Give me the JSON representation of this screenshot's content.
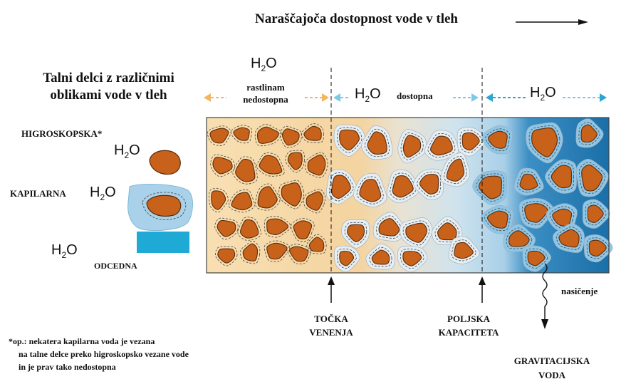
{
  "header": {
    "title": "Naraščajoča dostopnost vode v tleh"
  },
  "left_panel": {
    "title_line1": "Talni delci z različnimi",
    "title_line2": "oblikami vode v tleh",
    "hygroscopic_label": "HIGROSKOPSKA*",
    "capillary_label": "KAPILARNA",
    "drainage_label": "ODCEDNA",
    "h2o_main": "H",
    "h2o_sub": "2",
    "h2o_tail": "O"
  },
  "zones": {
    "unavailable_line1": "rastlinam",
    "unavailable_line2": "nedostopna",
    "available": "dostopna"
  },
  "markers": {
    "wilting_line1": "TOČKA",
    "wilting_line2": "VENENJA",
    "field_line1": "POLJSKA",
    "field_line2": "KAPACITETA",
    "saturation": "nasičenje",
    "gravity_line1": "GRAVITACIJSKA",
    "gravity_line2": "VODA"
  },
  "footnote": {
    "line1": "*op.: nekatera kapilarna voda je vezana",
    "line2": "na talne delce preko higroskopsko vezane vode",
    "line3": "in je prav tako nedostopna"
  },
  "colors": {
    "particle": "#c8621a",
    "unavailable_bg": "#f6d9a8",
    "available_bg": "#cfe3ee",
    "saturated_bg": "#1f78b0",
    "capillary_film": "#a9d2ea",
    "arrow_orange": "#f3b65d",
    "arrow_cyan": "#2aa6d0"
  }
}
